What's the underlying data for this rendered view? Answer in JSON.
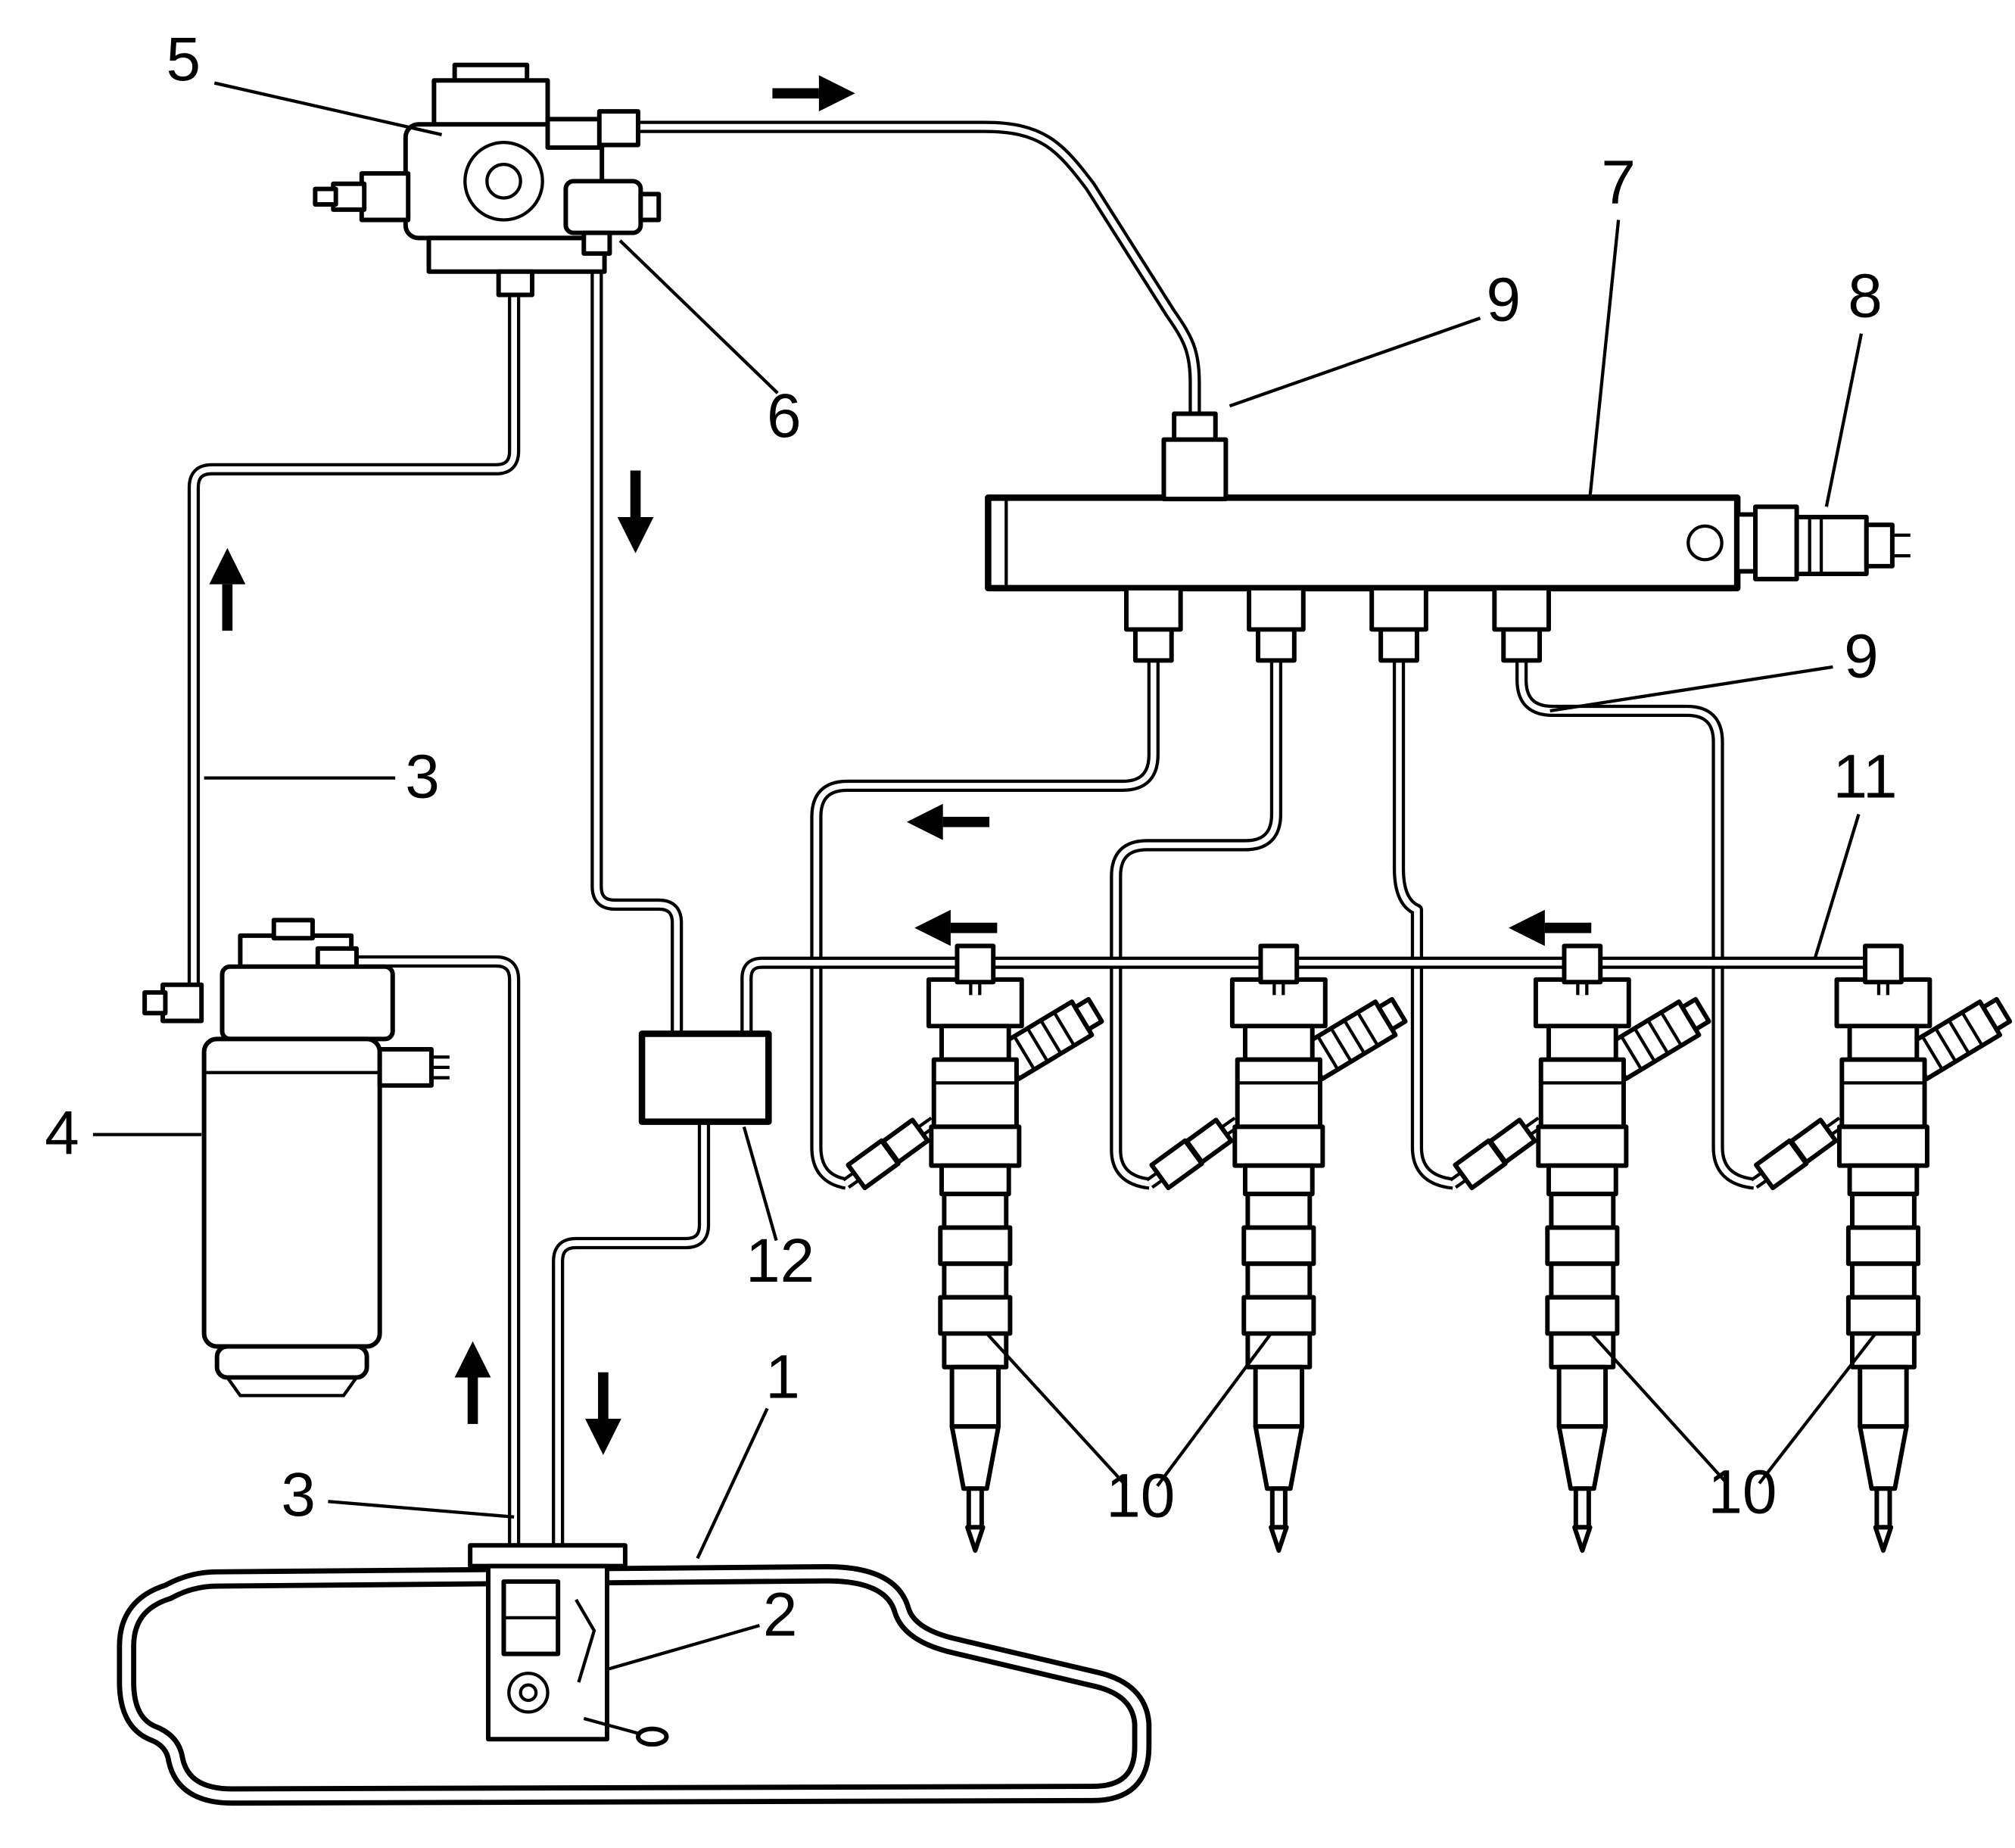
{
  "diagram": {
    "kind": "fuel-system-schematic",
    "background": "#ffffff",
    "ink": "#000000"
  },
  "callouts": {
    "fuel_tank": {
      "label": "1"
    },
    "pump_module": {
      "label": "2"
    },
    "supply_line": {
      "label": "3"
    },
    "tank_line": {
      "label": "3"
    },
    "fuel_filter": {
      "label": "4"
    },
    "hp_pump": {
      "label": "5"
    },
    "metering_unit": {
      "label": "6"
    },
    "fuel_rail": {
      "label": "7"
    },
    "rail_sensor": {
      "label": "8"
    },
    "hp_line_top": {
      "label": "9"
    },
    "hp_line_inj": {
      "label": "9"
    },
    "injectors_left": {
      "label": "10"
    },
    "injectors_right": {
      "label": "10"
    },
    "return_line": {
      "label": "11"
    },
    "junction_block": {
      "label": "12"
    }
  }
}
